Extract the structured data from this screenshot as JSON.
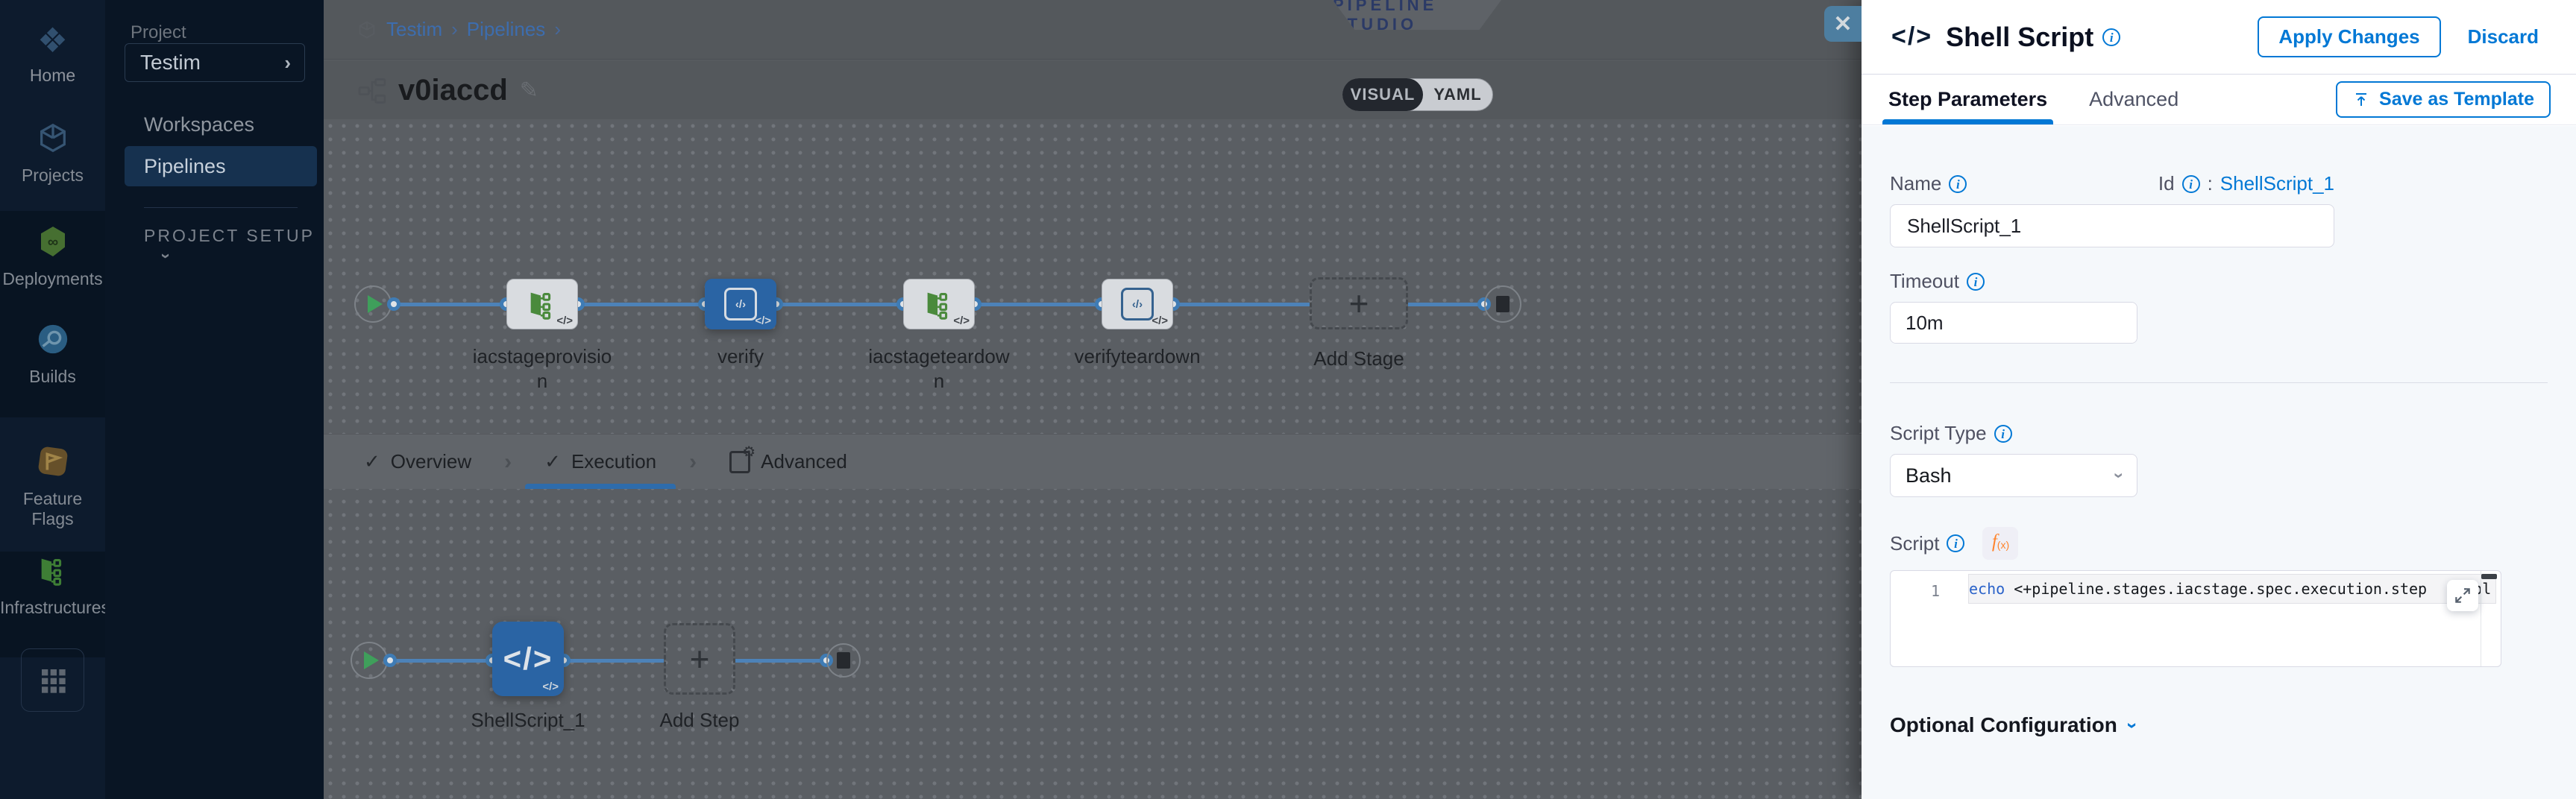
{
  "nav": {
    "items": [
      "Home",
      "Projects",
      "Deployments",
      "Builds",
      "Feature Flags",
      "Infrastructures"
    ]
  },
  "project_nav": {
    "section_label": "Project",
    "project_name": "Testim",
    "workspaces": "Workspaces",
    "pipelines": "Pipelines",
    "project_setup": "PROJECT SETUP"
  },
  "header": {
    "breadcrumb_project": "Testim",
    "breadcrumb_pipelines": "Pipelines",
    "studio_badge": "PIPELINE STUDIO",
    "pipeline_name": "v0iaccd",
    "toggle_visual": "VISUAL",
    "toggle_yaml": "YAML"
  },
  "stage_graph": {
    "stages": [
      "iacstageprovision",
      "verify",
      "iacstageteardown",
      "verifyteardown"
    ],
    "add_stage": "Add Stage",
    "step_badge": "</>"
  },
  "stage_tabs": {
    "overview": "Overview",
    "execution": "Execution",
    "advanced": "Advanced"
  },
  "execution_graph": {
    "step_name": "ShellScript_1",
    "add_step": "Add Step",
    "step_icon": "</>"
  },
  "drawer": {
    "title_glyph": "</>",
    "title": "Shell Script",
    "apply_label": "Apply Changes",
    "discard_label": "Discard",
    "tab_step_parameters": "Step Parameters",
    "tab_advanced": "Advanced",
    "save_as_template": "Save as Template",
    "name_label": "Name",
    "name_value": "ShellScript_1",
    "id_label": "Id",
    "id_colon": ":",
    "id_value": "ShellScript_1",
    "timeout_label": "Timeout",
    "timeout_value": "10m",
    "script_type_label": "Script Type",
    "script_type_value": "Bash",
    "script_label": "Script",
    "fx_badge": "f",
    "fx_sub": "(x)",
    "code_line_number": "1",
    "code_keyword": "echo",
    "code_text": " <+pipeline.stages.iacstage.spec.execution.step",
    "code_overflow": "ppl",
    "optional_configuration": "Optional Configuration"
  },
  "colors": {
    "primary": "#0278d5",
    "selected_node": "#2a64a4",
    "accent_orange": "#ff832b"
  }
}
